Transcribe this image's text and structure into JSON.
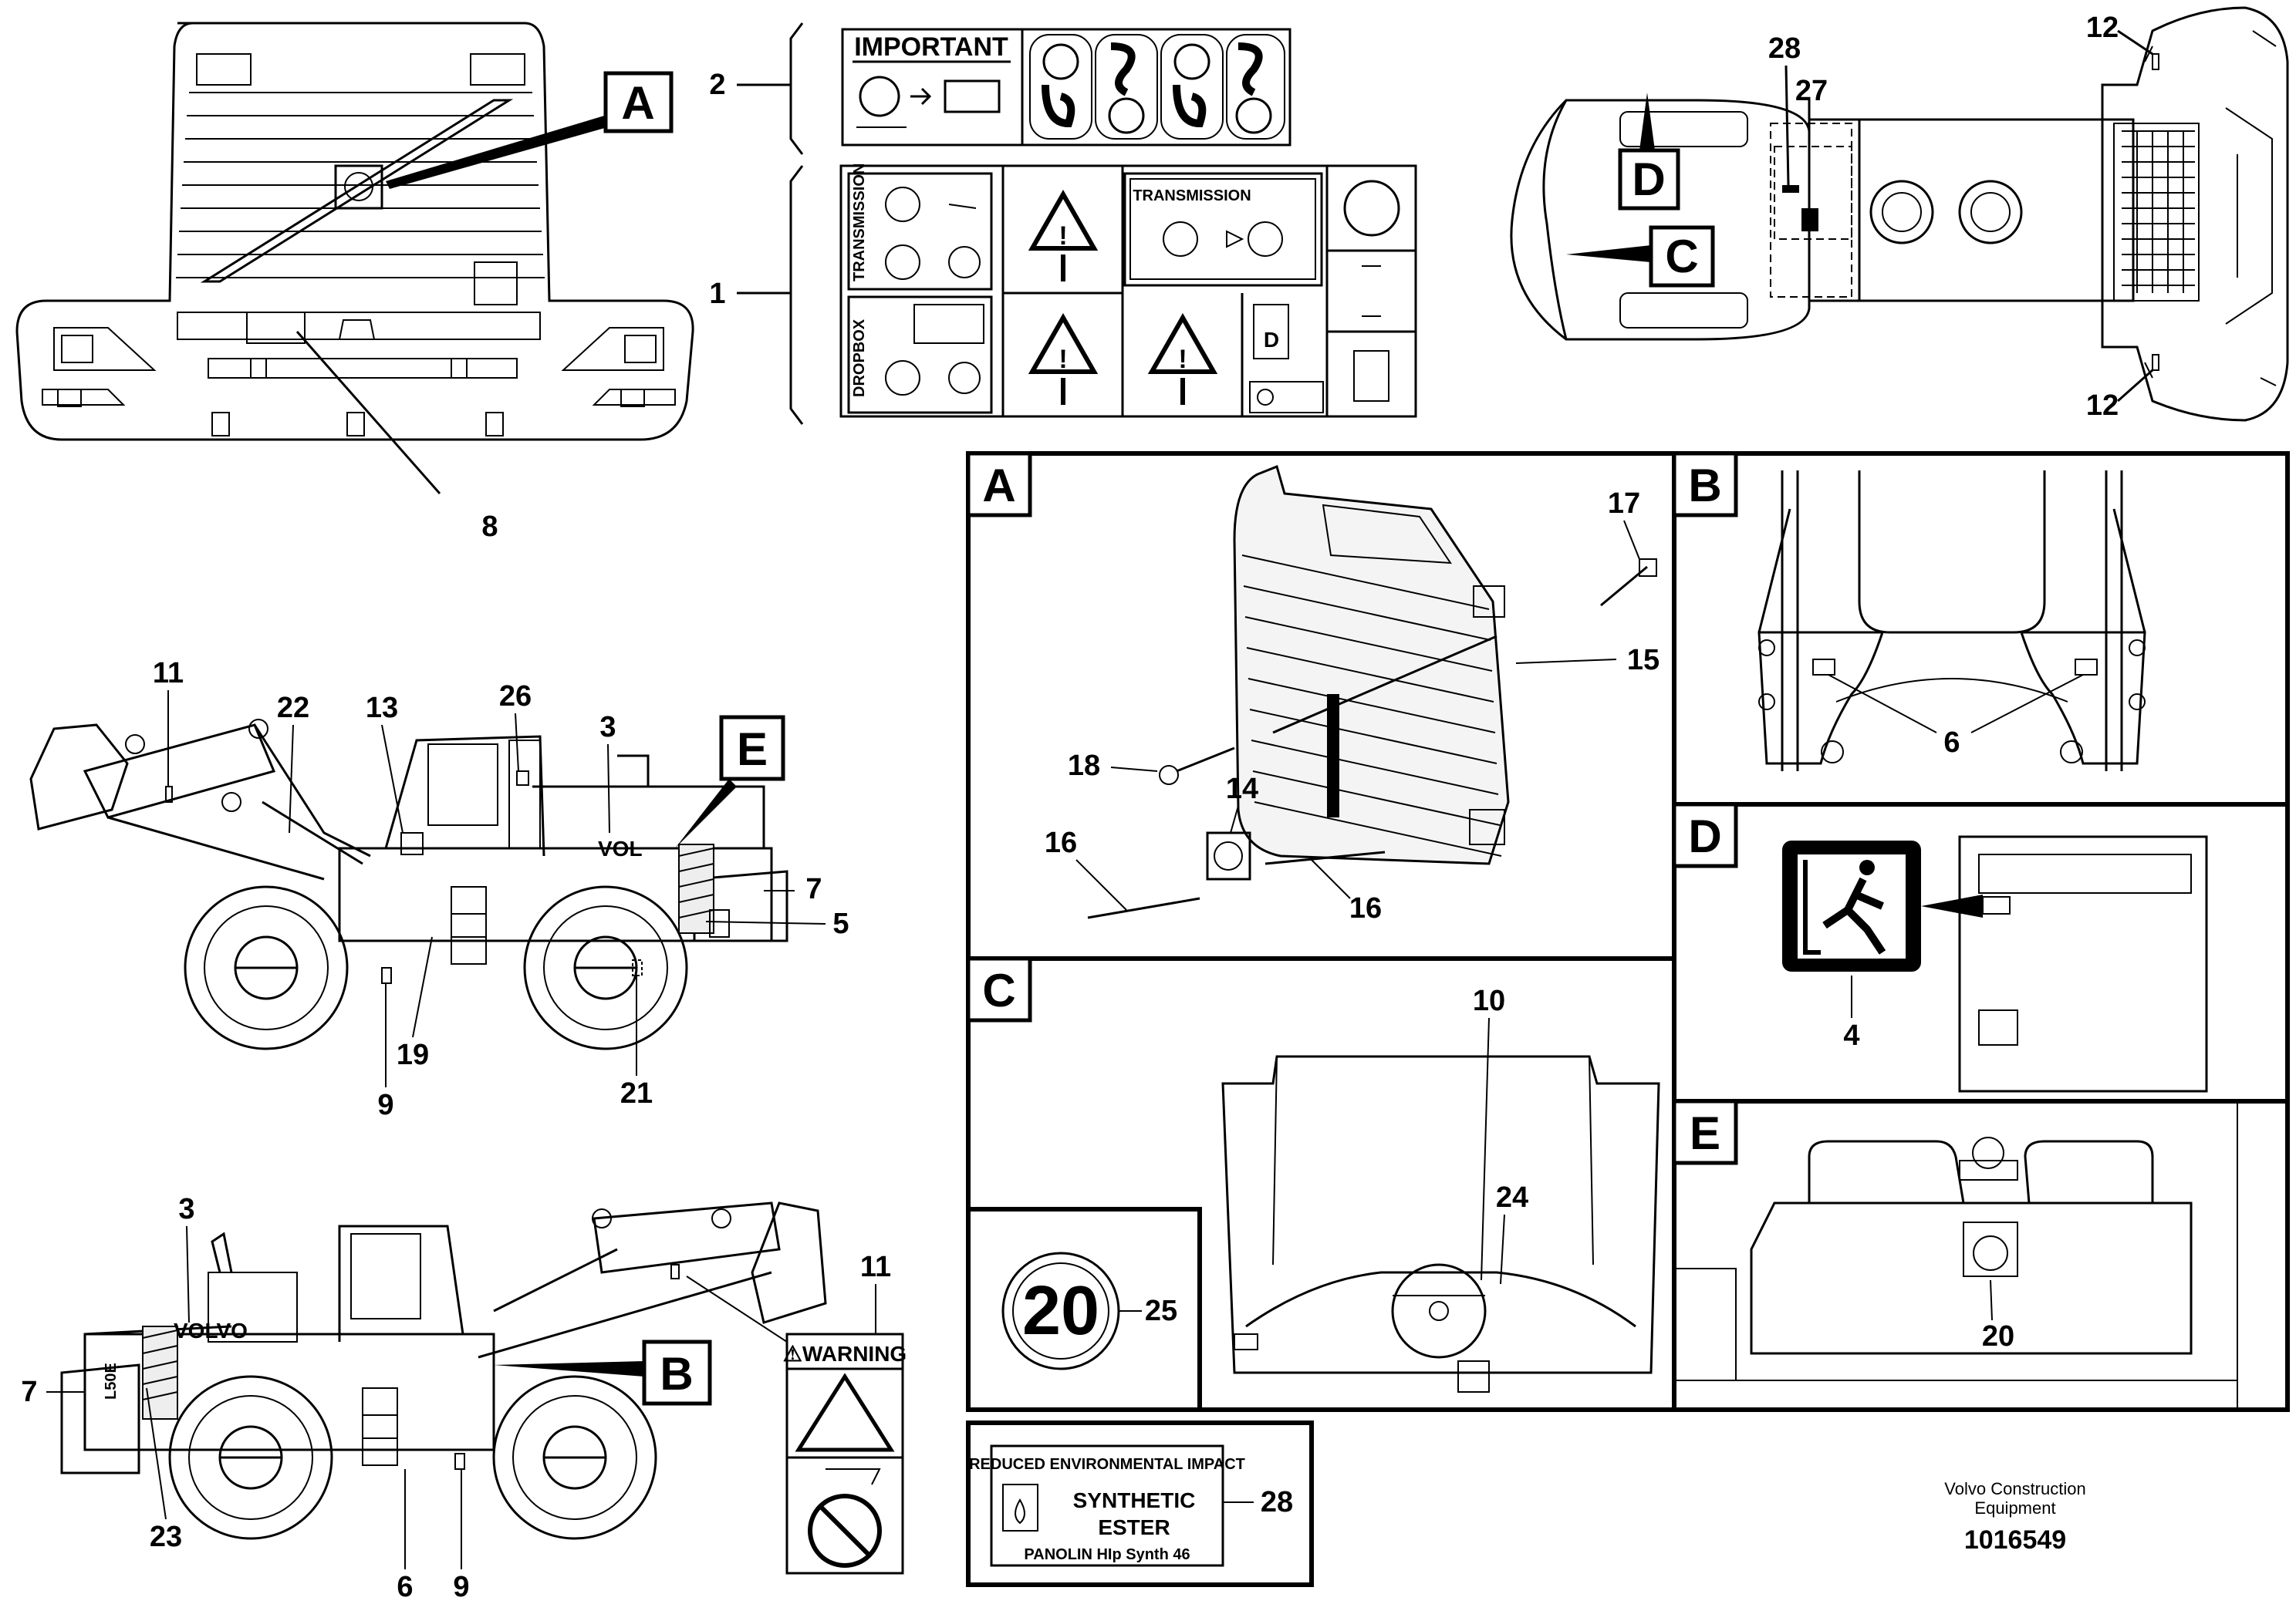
{
  "callouts": {
    "A": "A",
    "B": "B",
    "C": "C",
    "D": "D",
    "E": "E"
  },
  "item_numbers": {
    "n1": "1",
    "n2": "2",
    "n3": "3",
    "n4": "4",
    "n5": "5",
    "n6": "6",
    "n7": "7",
    "n8": "8",
    "n9": "9",
    "n10": "10",
    "n11": "11",
    "n12": "12",
    "n13": "13",
    "n14": "14",
    "n15": "15",
    "n16": "16",
    "n17": "17",
    "n18": "18",
    "n19": "19",
    "n20": "20",
    "n21": "21",
    "n22": "22",
    "n23": "23",
    "n24": "24",
    "n25": "25",
    "n26": "26",
    "n27": "27",
    "n28": "28"
  },
  "decals": {
    "important": "IMPORTANT",
    "transmission_vertical": "TRANSMISSION",
    "dropbox_vertical": "DROPBOX",
    "transmission": "TRANSMISSION",
    "warning": "⚠WARNING",
    "speed_limit": "20",
    "fuel_d": "D",
    "env_title": "REDUCED ENVIRONMENTAL IMPACT",
    "env_line1": "SYNTHETIC",
    "env_line2": "ESTER",
    "env_oil": "PANOLIN HIp Synth 46",
    "brand": "VOLVO",
    "brand_short": "VOL",
    "model": "L50E"
  },
  "footer": {
    "company_line1": "Volvo Construction",
    "company_line2": "Equipment",
    "drawing_number": "1016549"
  }
}
